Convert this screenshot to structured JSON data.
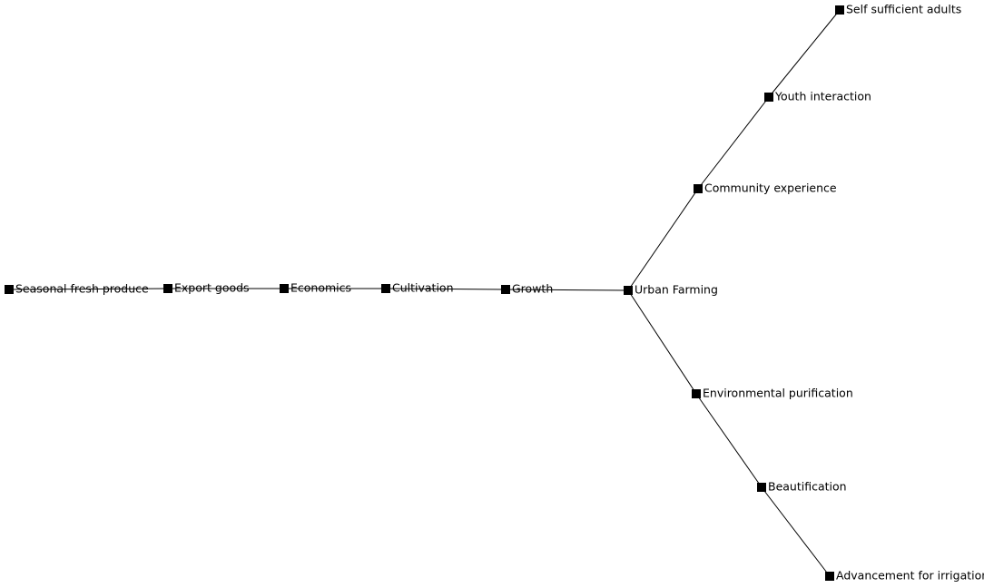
{
  "diagram": {
    "colors": {
      "edge": "#000000",
      "node": "#000000",
      "text": "#000000",
      "background": "#ffffff"
    },
    "nodes": [
      {
        "id": "seasonal-fresh-produce",
        "label": "Seasonal fresh produce"
      },
      {
        "id": "export-goods",
        "label": "Export goods"
      },
      {
        "id": "economics",
        "label": "Economics"
      },
      {
        "id": "cultivation",
        "label": "Cultivation"
      },
      {
        "id": "growth",
        "label": "Growth"
      },
      {
        "id": "urban-farming",
        "label": "Urban Farming"
      },
      {
        "id": "community-experience",
        "label": "Community experience"
      },
      {
        "id": "youth-interaction",
        "label": "Youth interaction"
      },
      {
        "id": "self-sufficient-adults",
        "label": "Self sufficient adults"
      },
      {
        "id": "environmental-purification",
        "label": "Environmental purification"
      },
      {
        "id": "beautification",
        "label": "Beautification"
      },
      {
        "id": "advancement-for-irrigation",
        "label": "Advancement for irrigation"
      }
    ],
    "edges": [
      [
        "seasonal-fresh-produce",
        "export-goods"
      ],
      [
        "export-goods",
        "economics"
      ],
      [
        "economics",
        "cultivation"
      ],
      [
        "cultivation",
        "growth"
      ],
      [
        "growth",
        "urban-farming"
      ],
      [
        "urban-farming",
        "community-experience"
      ],
      [
        "community-experience",
        "youth-interaction"
      ],
      [
        "youth-interaction",
        "self-sufficient-adults"
      ],
      [
        "urban-farming",
        "environmental-purification"
      ],
      [
        "environmental-purification",
        "beautification"
      ],
      [
        "beautification",
        "advancement-for-irrigation"
      ]
    ]
  }
}
